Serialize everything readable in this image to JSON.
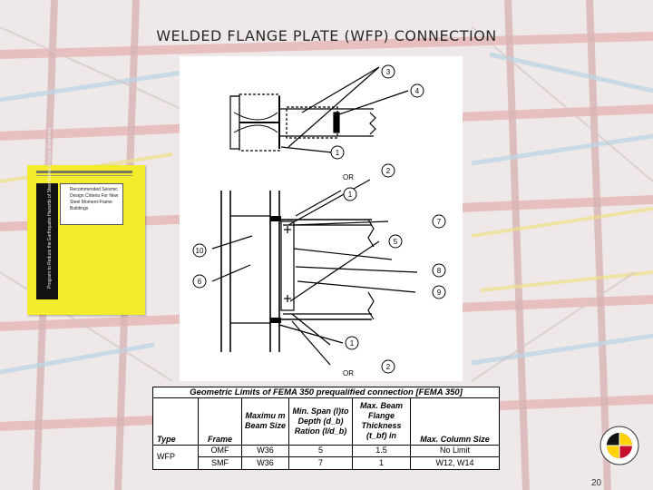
{
  "slide": {
    "title": "WELDED FLANGE PLATE (WFP) CONNECTION",
    "page_number": "20"
  },
  "cover": {
    "header_line": "FEDERAL EMERGENCY MANAGEMENT AGENCY",
    "label_lines": [
      "Recommended Seismic",
      "Design Criteria For New",
      "Steel Moment-Frame",
      "Buildings"
    ],
    "spine_text": "Program to Reduce the Earthquake Hazards of Steel Moment-Frame Structures"
  },
  "diagram": {
    "callouts": [
      "3",
      "4",
      "1",
      "2",
      "1",
      "7",
      "5",
      "10",
      "8",
      "6",
      "9",
      "1",
      "2"
    ],
    "or_labels": [
      "OR",
      "OR"
    ]
  },
  "table": {
    "caption": "Geometric Limits of FEMA 350 prequalified connection [FEMA 350]",
    "headers": [
      "Type",
      "Frame",
      "Maximu m Beam Size",
      "Min. Span (l)to Depth (d_b) Ration (l/d_b)",
      "Max. Beam Flange Thickness (t_bf) in",
      "Max. Column Size"
    ],
    "type": "WFP",
    "rows": [
      {
        "frame": "OMF",
        "beam": "W36",
        "ratio": "5",
        "thickness": "1.5",
        "column": "No Limit"
      },
      {
        "frame": "SMF",
        "beam": "W36",
        "ratio": "7",
        "thickness": "1",
        "column": "W12, W14"
      }
    ]
  }
}
